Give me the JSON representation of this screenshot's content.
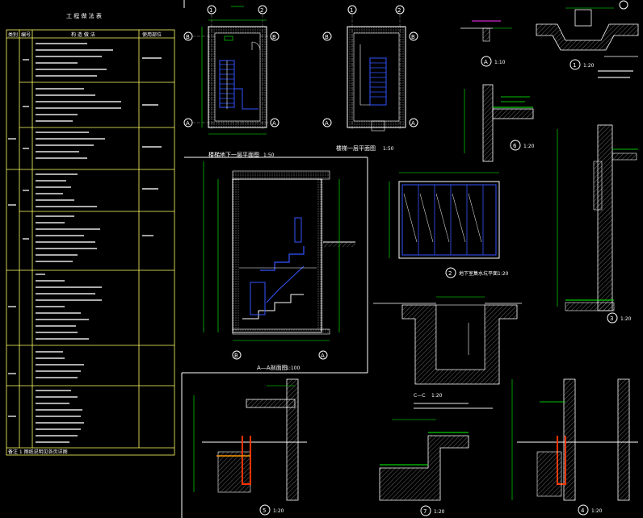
{
  "schedule": {
    "title": "工 程 做 法 表",
    "headers": [
      "类别",
      "编号",
      "构 造 做 法",
      "使用部位"
    ],
    "note": "备注 1  图纸说明见各页详图"
  },
  "plans": {
    "b1_title": "楼梯地下一层平面图",
    "b1_scale": "1:50",
    "f1_title": "楼梯一层平面图",
    "f1_scale": "1:50",
    "axes": {
      "a": "A",
      "b": "B",
      "c1": "1",
      "c2": "2"
    }
  },
  "section_aa": {
    "title": "A—A剖面图",
    "scale": "1:100",
    "axes": {
      "b": "B",
      "a": "A"
    }
  },
  "details": {
    "d1": {
      "num": "1",
      "scale": "1:20"
    },
    "da": {
      "num": "A",
      "scale": "1:10"
    },
    "d6": {
      "num": "6",
      "scale": "1:20"
    },
    "d2": {
      "num": "2",
      "title": "地下室集水坑平面",
      "scale": "1:20"
    },
    "d3": {
      "num": "3",
      "scale": "1:20"
    },
    "d4": {
      "num": "4",
      "scale": "1:20"
    },
    "d5": {
      "num": "5",
      "scale": "1:20"
    },
    "d7": {
      "num": "7",
      "scale": "1:20"
    },
    "cc": {
      "title": "C—C",
      "scale": "1:20"
    }
  }
}
